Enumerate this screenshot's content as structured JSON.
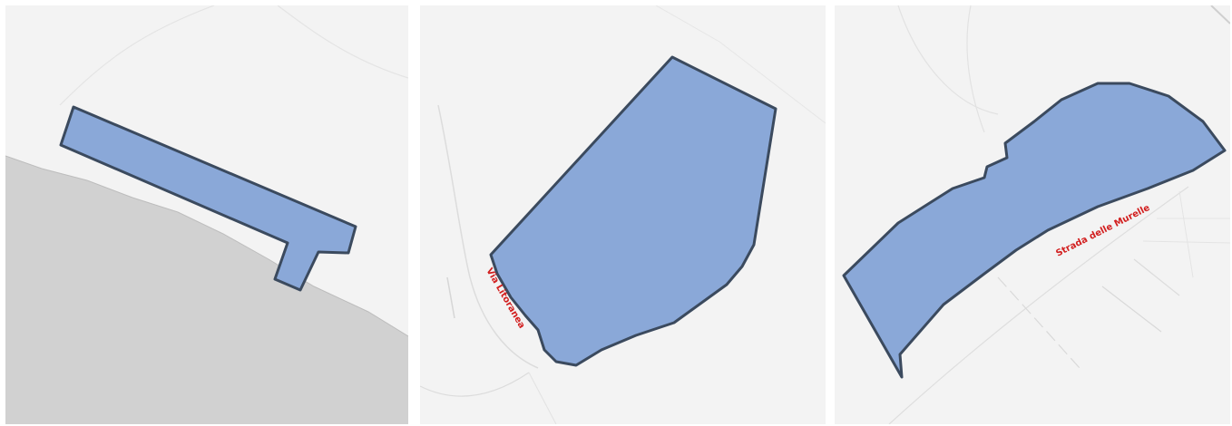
{
  "colors": {
    "land": "#f3f3f3",
    "sea": "#d1d1d1",
    "parcel_fill": "#8aa8d8",
    "parcel_stroke": "#3b4a5e",
    "road_label": "#d21f1f",
    "road_line": "#dedede"
  },
  "panels": [
    {
      "name": "parcel-map-coastal",
      "road_label": ""
    },
    {
      "name": "parcel-map-via-litoranea",
      "road_label": "Via Litoranea"
    },
    {
      "name": "parcel-map-strada-delle-murelle",
      "road_label": "Strada delle Murelle"
    }
  ]
}
